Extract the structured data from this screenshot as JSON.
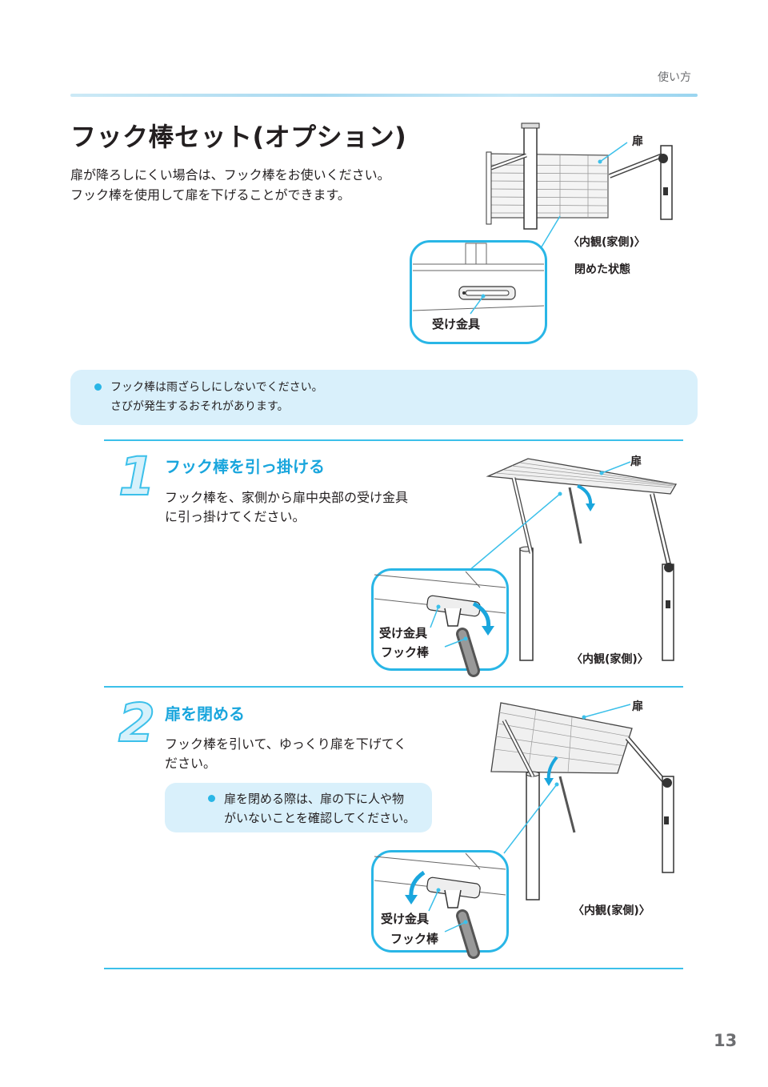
{
  "header": {
    "section": "使い方"
  },
  "title": "フック棒セット(オプション)",
  "intro": [
    "扉が降ろしにくい場合は、フック棒をお使いください。",
    "フック棒を使用して扉を下げることができます。"
  ],
  "overview_figure": {
    "door_label": "扉",
    "view_label": "〈内観(家側)〉",
    "state_label": "閉めた状態",
    "detail_label": "受け金具"
  },
  "caution": [
    "フック棒は雨ざらしにしないでください。",
    "さびが発生するおそれがあります。"
  ],
  "steps": [
    {
      "number": "1",
      "heading": "フック棒を引っ掛ける",
      "body": [
        "フック棒を、家側から扉中央部の受け金具",
        "に引っ掛けてください。"
      ],
      "figure": {
        "door_label": "扉",
        "bracket_label": "受け金具",
        "hook_label": "フック棒",
        "view_label": "〈内観(家側)〉"
      }
    },
    {
      "number": "2",
      "heading": "扉を閉める",
      "body": [
        "フック棒を引いて、ゆっくり扉を下げてく",
        "ださい。"
      ],
      "note": [
        "扉を閉める際は、扉の下に人や物",
        "がいないことを確認してください。"
      ],
      "figure": {
        "door_label": "扉",
        "bracket_label": "受け金具",
        "hook_label": "フック棒",
        "view_label": "〈内観(家側)〉"
      }
    }
  ],
  "page_number": "13",
  "colors": {
    "accent": "#3cc0ea",
    "heading": "#1aa6dd",
    "note_bg": "#d9f0fb"
  }
}
